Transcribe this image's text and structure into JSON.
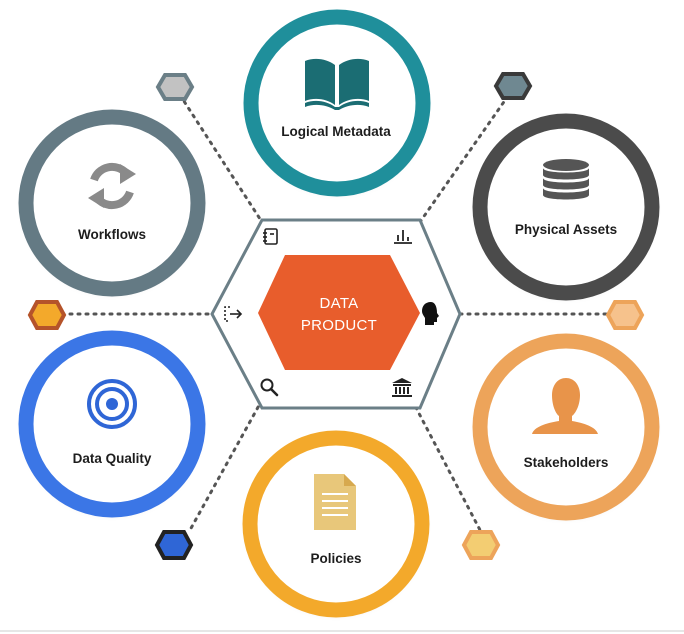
{
  "center": {
    "label_line1": "DATA",
    "label_line2": "PRODUCT",
    "fill_color": "#e85d2c",
    "frame_color": "#6b7f87"
  },
  "nodes": [
    {
      "key": "logical-metadata",
      "label": "Logical Metadata",
      "ring_color": "#1f8f9b",
      "icon": "book-icon",
      "icon_color": "#1b6d73"
    },
    {
      "key": "physical-assets",
      "label": "Physical Assets",
      "ring_color": "#4b4b4b",
      "icon": "database-icon",
      "icon_color": "#555555"
    },
    {
      "key": "stakeholders",
      "label": "Stakeholders",
      "ring_color": "#eda45a",
      "icon": "person-icon",
      "icon_color": "#e8944a"
    },
    {
      "key": "policies",
      "label": "Policies",
      "ring_color": "#f3a92b",
      "icon": "document-icon",
      "icon_color": "#e8c77a"
    },
    {
      "key": "data-quality",
      "label": "Data Quality",
      "ring_color": "#3b76e6",
      "icon": "target-icon",
      "icon_color": "#2f66d6"
    },
    {
      "key": "workflows",
      "label": "Workflows",
      "ring_color": "#647a84",
      "icon": "refresh-cycle-icon",
      "icon_color": "#8a8a8a"
    }
  ],
  "small_hexagons": [
    {
      "fill": "#c2c2c2",
      "stroke": "#6b7f87"
    },
    {
      "fill": "#6f8891",
      "stroke": "#3a3a3a"
    },
    {
      "fill": "#f6c28c",
      "stroke": "#eda45a"
    },
    {
      "fill": "#f3cd72",
      "stroke": "#eda45a"
    },
    {
      "fill": "#2f66d6",
      "stroke": "#222222"
    },
    {
      "fill": "#f3a92b",
      "stroke": "#b5532a"
    }
  ],
  "frame_icons": [
    "notebook-icon",
    "chart-bars-icon",
    "head-silhouette-icon",
    "bank-building-icon",
    "magnifier-icon",
    "exit-arrow-icon"
  ]
}
